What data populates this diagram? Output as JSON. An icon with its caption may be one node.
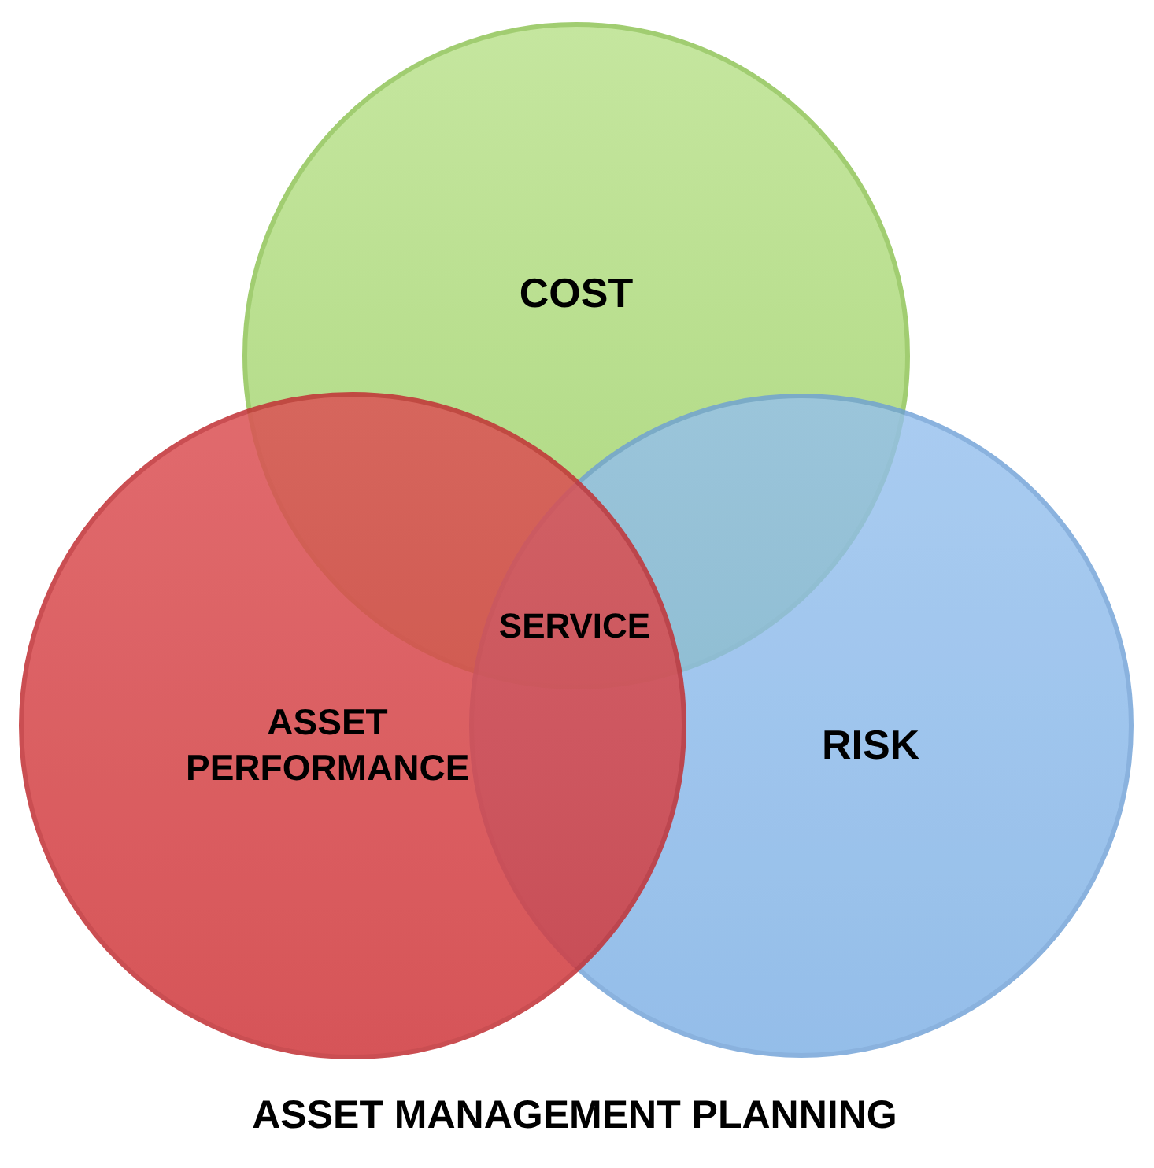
{
  "diagram": {
    "caption": "ASSET MANAGEMENT PLANNING",
    "nodes": [
      {
        "text": [
          "COST"
        ]
      },
      {
        "text": [
          "ASSET PERFORMANCE"
        ]
      },
      {
        "text": [
          "RISK"
        ]
      }
    ],
    "labels": [
      "SERVICE"
    ]
  }
}
